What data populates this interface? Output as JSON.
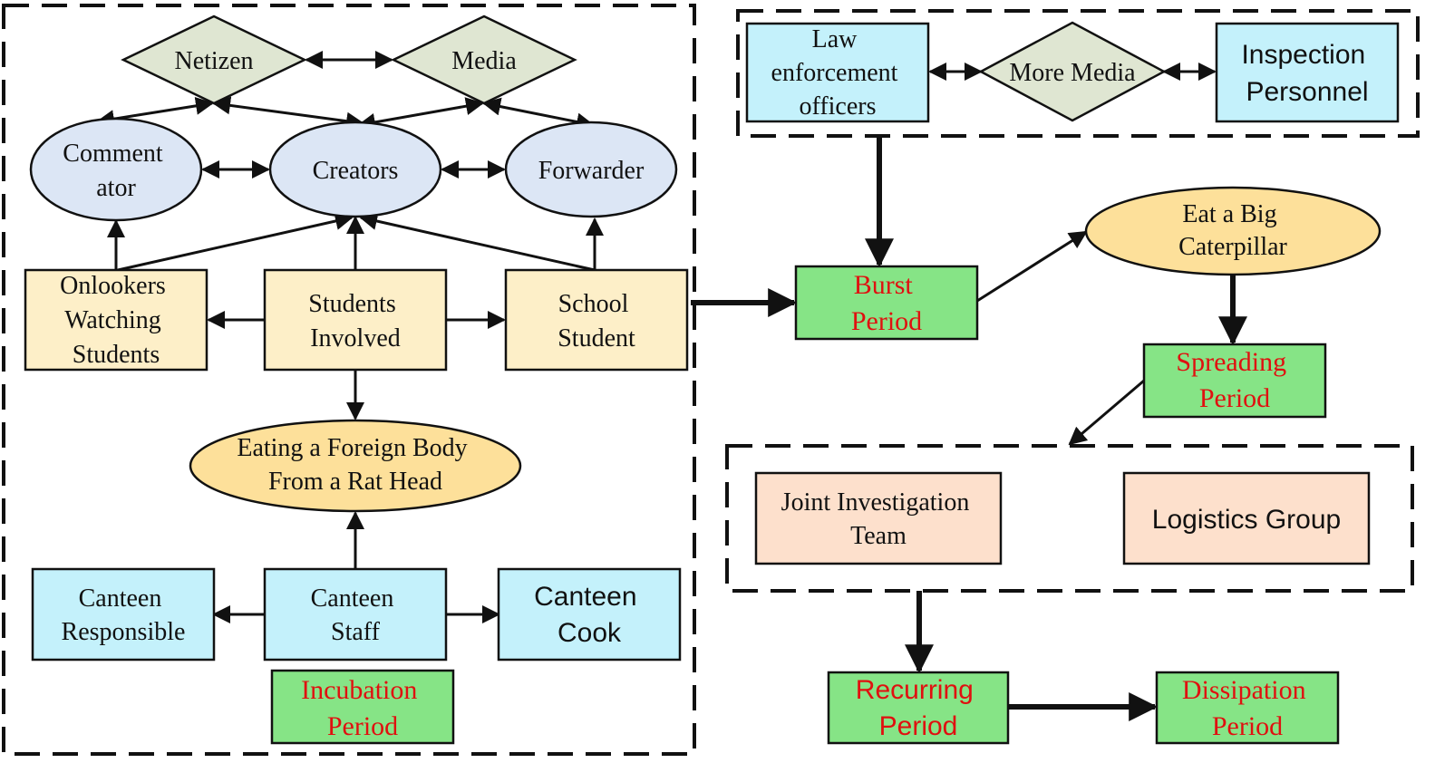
{
  "colors": {
    "blue_box": "#c4f1fb",
    "yellow_box": "#fdefc8",
    "peach_box": "#fde0cc",
    "green_box": "#86e486",
    "ellipse_blue": "#dce6f5",
    "ellipse_orange": "#fde09a",
    "diamond": "#dfe6d2",
    "period_text": "#e01010",
    "ink": "#111111"
  },
  "nodes": {
    "netizen": [
      "Netizen"
    ],
    "media": [
      "Media"
    ],
    "commentator": [
      "Comment",
      "ator"
    ],
    "creators": [
      "Creators"
    ],
    "forwarder": [
      "Forwarder"
    ],
    "onlookers": [
      "Onlookers",
      "Watching",
      "Students"
    ],
    "students_involved": [
      "Students",
      "Involved"
    ],
    "school_student": [
      "School",
      "Student"
    ],
    "rat_head": [
      "Eating a Foreign Body",
      "From a Rat Head"
    ],
    "canteen_responsible": [
      "Canteen",
      "Responsible"
    ],
    "canteen_staff": [
      "Canteen",
      "Staff"
    ],
    "canteen_cook": [
      "Canteen",
      "Cook"
    ],
    "incubation": [
      "Incubation",
      "Period"
    ],
    "law_officers": [
      "Law",
      "enforcement",
      "officers"
    ],
    "more_media": [
      "More Media"
    ],
    "inspection": [
      "Inspection",
      "Personnel"
    ],
    "burst": [
      "Burst",
      "Period"
    ],
    "caterpillar": [
      "Eat a Big",
      "Caterpillar"
    ],
    "spreading": [
      "Spreading",
      "Period"
    ],
    "joint_team": [
      "Joint Investigation",
      "Team"
    ],
    "logistics": [
      "Logistics Group"
    ],
    "recurring": [
      "Recurring",
      "Period"
    ],
    "dissipation": [
      "Dissipation",
      "Period"
    ]
  }
}
